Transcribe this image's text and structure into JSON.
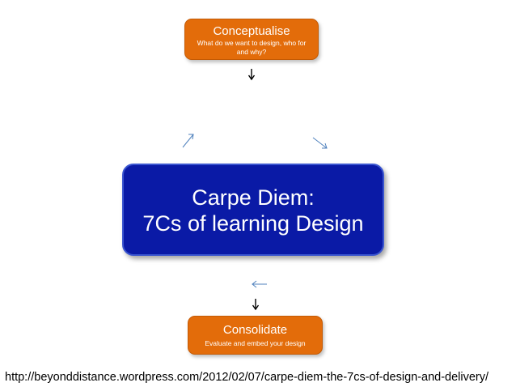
{
  "nodes": {
    "conceptualise": {
      "title": "Conceptualise",
      "description": "What do we want to design, who for and why?"
    },
    "center": {
      "line1": "Carpe Diem:",
      "line2": "7Cs of learning Design"
    },
    "consolidate": {
      "title": "Consolidate",
      "description": "Evaluate and embed your design"
    }
  },
  "source": {
    "url": "http://beyonddistance.wordpress.com/2012/02/07/carpe-diem-the-7cs-of-design-and-delivery/"
  },
  "colors": {
    "orange_box": "#e36c0a",
    "center_box": "#0a1aa6",
    "cycle_arrow": "#4f81bd",
    "down_arrow": "#000000"
  }
}
